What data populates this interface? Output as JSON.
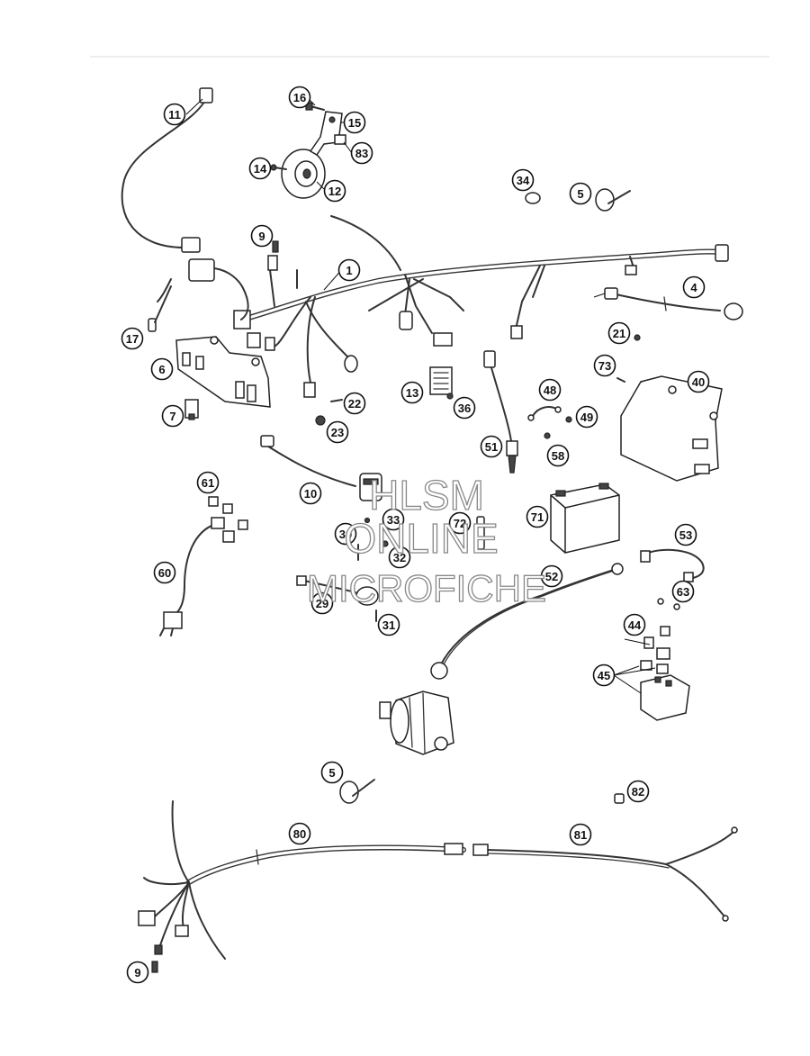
{
  "diagram": {
    "callouts": [
      "11",
      "16",
      "15",
      "83",
      "14",
      "12",
      "34",
      "5",
      "9",
      "1",
      "4",
      "17",
      "6",
      "21",
      "73",
      "40",
      "7",
      "22",
      "23",
      "13",
      "36",
      "48",
      "49",
      "51",
      "58",
      "10",
      "61",
      "33",
      "72",
      "71",
      "30",
      "32",
      "53",
      "60",
      "52",
      "29",
      "31",
      "63",
      "44",
      "45",
      "5",
      "82",
      "80",
      "81",
      "9"
    ]
  },
  "watermark": {
    "line1": "HLSM",
    "line2": "ONLINE",
    "line3": "MICROFICHE"
  }
}
